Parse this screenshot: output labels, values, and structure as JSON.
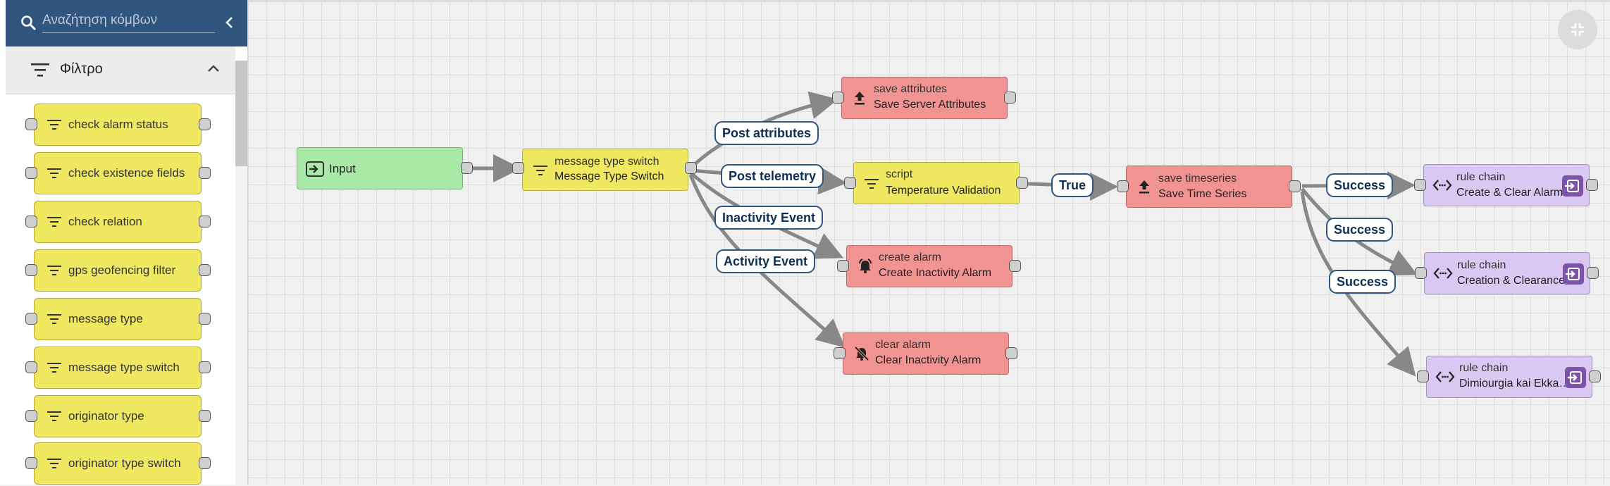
{
  "search": {
    "placeholder": "Αναζήτηση κόμβων"
  },
  "filter_section": {
    "title": "Φίλτρο"
  },
  "library_nodes": [
    {
      "label": "check alarm status"
    },
    {
      "label": "check existence fields"
    },
    {
      "label": "check relation"
    },
    {
      "label": "gps geofencing filter"
    },
    {
      "label": "message type"
    },
    {
      "label": "message type switch"
    },
    {
      "label": "originator type"
    },
    {
      "label": "originator type switch"
    }
  ],
  "nodes": {
    "input": {
      "name": "Input"
    },
    "msg_switch": {
      "type": "message type switch",
      "name": "Message Type Switch"
    },
    "save_attr": {
      "type": "save attributes",
      "name": "Save Server Attributes"
    },
    "script": {
      "type": "script",
      "name": "Temperature Validation"
    },
    "save_ts": {
      "type": "save timeseries",
      "name": "Save Time Series"
    },
    "create_alarm": {
      "type": "create alarm",
      "name": "Create Inactivity Alarm"
    },
    "clear_alarm": {
      "type": "clear alarm",
      "name": "Clear Inactivity Alarm"
    },
    "rc1": {
      "type": "rule chain",
      "name": "Create & Clear Alarms"
    },
    "rc2": {
      "type": "rule chain",
      "name": "Creation & Clearance"
    },
    "rc3": {
      "type": "rule chain",
      "name": "Dimiourgia kai Ekkatharisi"
    }
  },
  "edge_labels": {
    "post_attributes": "Post attributes",
    "post_telemetry": "Post telemetry",
    "inactivity_event": "Inactivity Event",
    "activity_event": "Activity Event",
    "true": "True",
    "success_1": "Success",
    "success_2": "Success",
    "success_3": "Success"
  },
  "colors": {
    "header": "#305680",
    "filter_node": "#f1e861",
    "input_node": "#a8e9a6",
    "action_node": "#f19491",
    "rule_chain_node": "#d9c8f2",
    "edge": "#888888"
  },
  "icons": {
    "search": "search-icon",
    "collapse": "chevron-left-icon",
    "filter": "filter-icon",
    "expand": "chevron-up-icon",
    "input": "input-icon",
    "upload": "upload-icon",
    "alarm": "alarm-icon",
    "alarm_off": "alarm-off-icon",
    "rule_chain": "code-icon",
    "open_rule_chain": "login-icon",
    "fullscreen_exit": "fullscreen-exit-icon"
  }
}
